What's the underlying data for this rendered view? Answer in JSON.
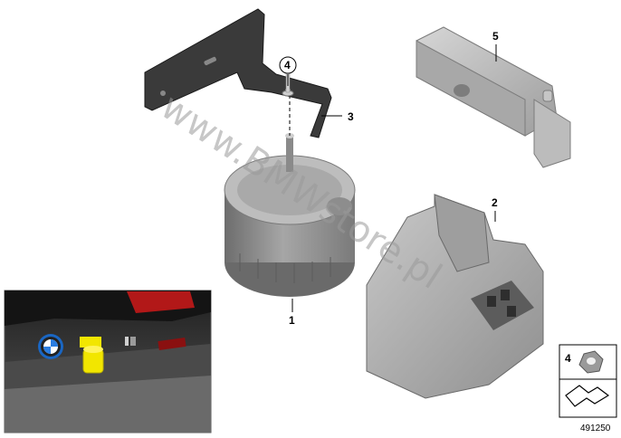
{
  "diagram": {
    "callouts": [
      "1",
      "2",
      "3",
      "4",
      "5"
    ],
    "parts_box_label": "4",
    "diagram_number": "491250",
    "watermark": "www.BMWstore.pl"
  },
  "colors": {
    "part_gray": "#b9b9b9",
    "part_dark": "#6e6e6e",
    "bracket": "#3a3a3a",
    "highlight_yellow": "#f2e600",
    "car_body": "#2c2c2c"
  }
}
